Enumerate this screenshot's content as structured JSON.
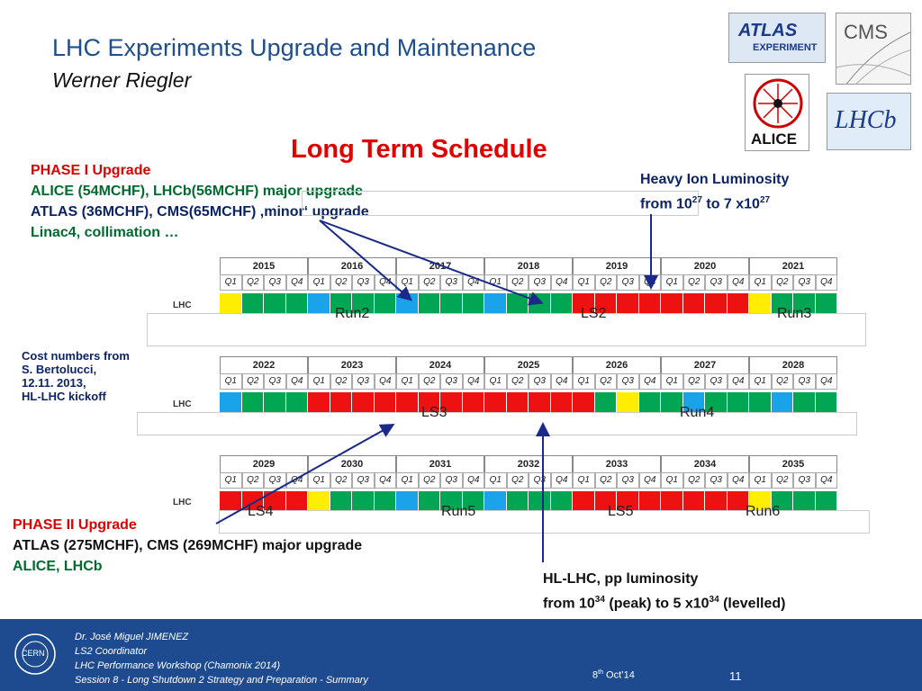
{
  "slide": {
    "title": "LHC Experiments Upgrade and Maintenance",
    "author": "Werner Riegler",
    "heading": "Long Term Schedule"
  },
  "logos": {
    "atlas_line1": "ATLAS",
    "atlas_line2": "EXPERIMENT",
    "cms": "CMS",
    "alice": "ALICE",
    "lhcb": "LHCb"
  },
  "phase1": {
    "title": "PHASE I Upgrade",
    "line1": "ALICE (54MCHF), LHCb(56MCHF) major upgrade",
    "line2": "ATLAS (36MCHF), CMS(65MCHF) ,minor‘ upgrade",
    "line3": "Linac4, collimation …"
  },
  "heavy_ion": {
    "line1": "Heavy Ion Luminosity",
    "line2_pre": "from 10",
    "line2_exp1": "27",
    "line2_mid": " to 7 x10",
    "line2_exp2": "27"
  },
  "cost_note": {
    "line1": "Cost numbers  from",
    "line2": "S. Bertolucci,",
    "line3": "12.11. 2013,",
    "line4": "HL-LHC kickoff"
  },
  "phase2": {
    "title": "PHASE II Upgrade",
    "line1": "ATLAS (275MCHF), CMS (269MCHF) major upgrade",
    "line2": "ALICE, LHCb"
  },
  "hl_lhc": {
    "line1": "HL-LHC, pp luminosity",
    "line2_pre": "from 10",
    "line2_exp1": "34",
    "line2_mid": " (peak) to 5 x10",
    "line2_exp2": "34",
    "line2_post": " (levelled)"
  },
  "quarters": [
    "Q1",
    "Q2",
    "Q3",
    "Q4"
  ],
  "row_label": "LHC",
  "colors": {
    "g": "#00a651",
    "r": "#ee1111",
    "y": "#ffee00",
    "b": "#1aa3e8"
  },
  "timeline": [
    {
      "years": [
        "2015",
        "2016",
        "2017",
        "2018",
        "2019",
        "2020",
        "2021"
      ],
      "cells": "ygggbgggbgggbgggrrrrrrrrygggbggg",
      "labels": [
        "Run2",
        "LS2",
        "Run3"
      ]
    },
    {
      "years": [
        "2022",
        "2023",
        "2024",
        "2025",
        "2026",
        "2027",
        "2028"
      ],
      "cells": "bgggrrrrrrrrrrrrrgyggbgggbgggbggg",
      "labels": [
        "LS3",
        "Run4"
      ]
    },
    {
      "years": [
        "2029",
        "2030",
        "2031",
        "2032",
        "2033",
        "2034",
        "2035"
      ],
      "cells": "rrrrygggbgggbgggrrrrrrrrygggbggg",
      "labels": [
        "LS4",
        "Run5",
        "LS5",
        "Run6"
      ]
    }
  ],
  "footer": {
    "logo": "CERN",
    "line1": "Dr. José Miguel JIMENEZ",
    "line2": "LS2 Coordinator",
    "line3": "LHC Performance Workshop (Chamonix 2014)",
    "line4": "Session 8 - Long Shutdown 2 Strategy and Preparation - Summary",
    "date_pre": "8",
    "date_sup": "th",
    "date_post": " Oct’14",
    "page": "11"
  }
}
